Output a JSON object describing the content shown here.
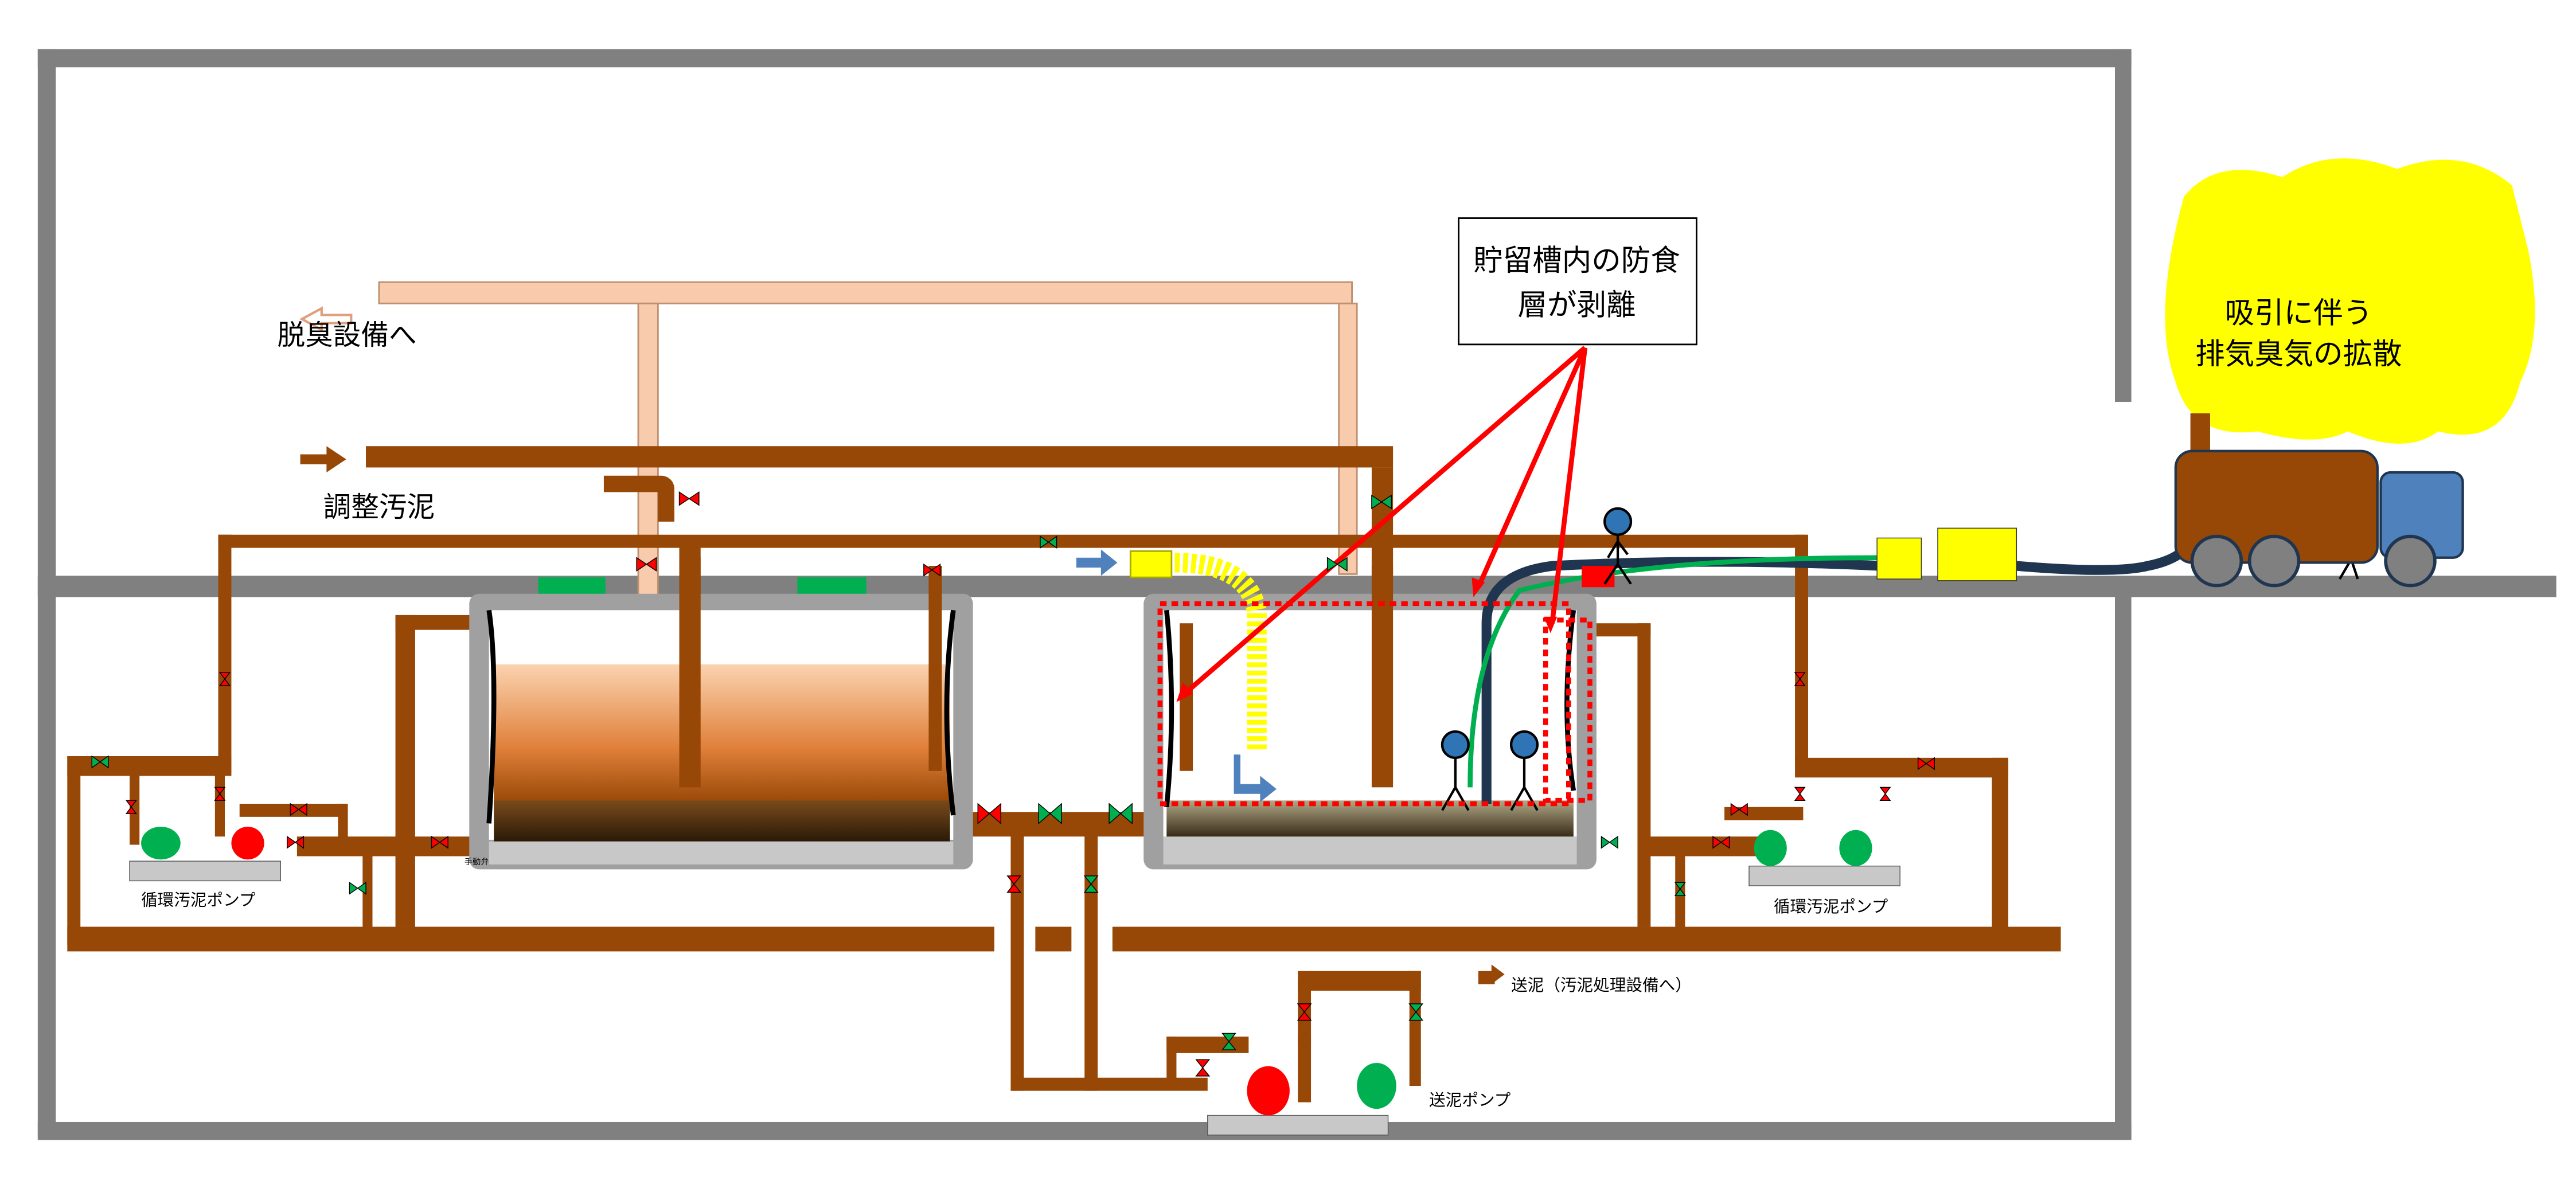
{
  "labels": {
    "deodorize": "脱臭設備へ",
    "adjusted_sludge": "調整汚泥",
    "callout_line1": "貯留槽内の防食",
    "callout_line2": "層が剥離",
    "cloud_line1": "吸引に伴う",
    "cloud_line2": "排気臭気の拡散",
    "circ_pump_left": "循環汚泥ポンプ",
    "circ_pump_right": "循環汚泥ポンプ",
    "manual_valve": "手動弁",
    "send_sludge": "送泥（汚泥処理設備へ）",
    "send_pump": "送泥ポンプ"
  },
  "colors": {
    "pipe": "#974706",
    "odor_pipe": "#f8cbad",
    "wall": "#808080",
    "valve_open": "#00b050",
    "valve_closed": "#ff0000",
    "cloud": "#ffff00",
    "arrow_callout": "#ff0000",
    "flow_arrow": "#4f81bd",
    "hose": "#1f3550"
  }
}
